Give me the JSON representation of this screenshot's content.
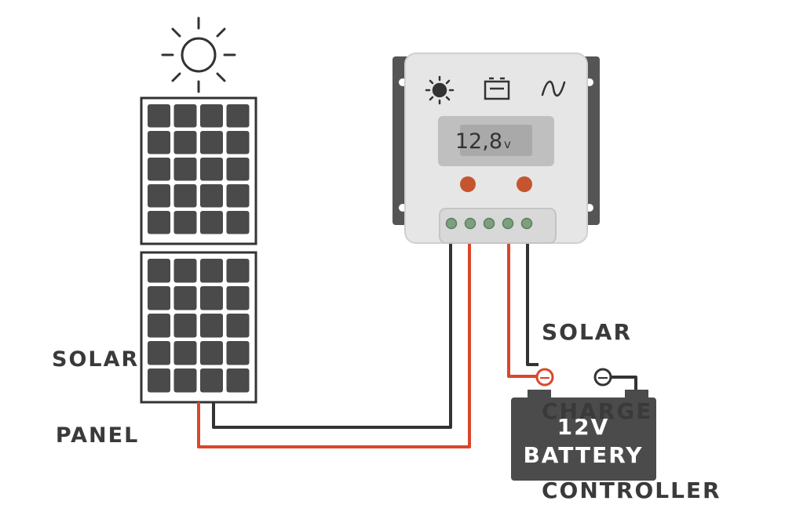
{
  "labels": {
    "solar_panel": [
      "SOLAR",
      "PANEL"
    ],
    "charge_controller": [
      "SOLAR",
      "CHARGE",
      "CONTROLLER"
    ],
    "battery": [
      "12V",
      "BATTERY"
    ]
  },
  "display": {
    "voltage": "12,8",
    "unit": "v"
  },
  "terminals": {
    "battery_left": "−",
    "battery_right": "−"
  },
  "icons": [
    "sun-icon",
    "solar-status-icon",
    "battery-icon",
    "ac-wave-icon"
  ],
  "colors": {
    "wire_positive": "#d9472b",
    "wire_negative": "#333333",
    "panel_cell": "#4a4a4a",
    "controller_body": "#e6e6e6",
    "battery_body": "#4b4b4b",
    "led": "#c4552f",
    "terminal": "#7aa07e"
  }
}
